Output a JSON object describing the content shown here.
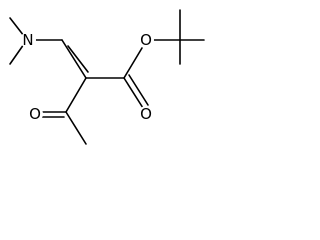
{
  "molecule": {
    "atoms": {
      "nitrogen": "N",
      "ester_oxygen": "O",
      "carbonyl_oxygen_ester": "O",
      "carbonyl_oxygen_ketone": "O"
    }
  },
  "colors": {
    "bond": "#000000",
    "label": "#000000",
    "background": "#ffffff"
  }
}
